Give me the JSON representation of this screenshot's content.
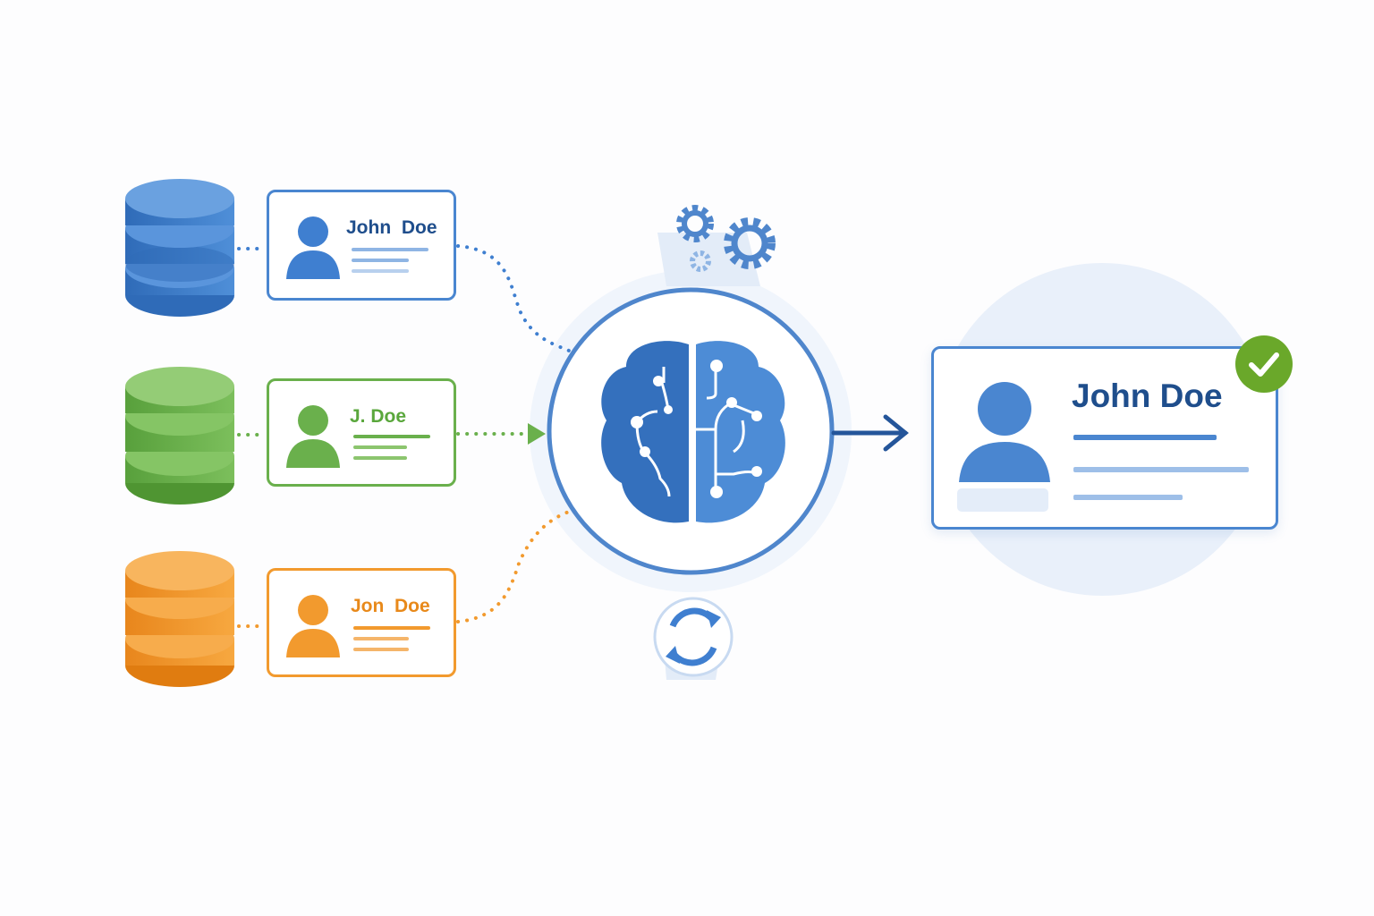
{
  "sources": [
    {
      "name": "John  Doe",
      "color": "#3f7fd0",
      "text_color": "#1f4e8c"
    },
    {
      "name": "J. Doe",
      "color": "#6ab04c",
      "text_color": "#5aa73c"
    },
    {
      "name": "Jon  Doe",
      "color": "#f29a2e",
      "text_color": "#e8891a"
    }
  ],
  "result": {
    "name": "John Doe",
    "color": "#4a86d0",
    "text_color": "#1f4e8c",
    "check_color": "#6aa82a"
  },
  "icons": [
    "database-icon",
    "person-icon",
    "brain-circuit-icon",
    "gear-icon",
    "sync-icon",
    "checkmark-icon",
    "arrow-right-icon"
  ]
}
